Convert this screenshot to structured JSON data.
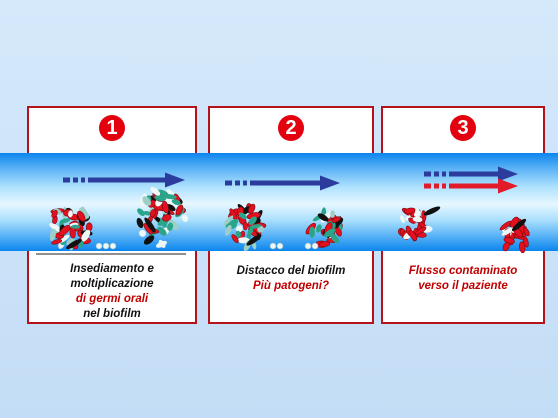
{
  "steps": [
    {
      "number": "1",
      "lines": [
        "Insediamento e",
        "moltiplicazione"
      ],
      "highlight": "di germi orali",
      "tail": "nel biofilm"
    },
    {
      "number": "2",
      "lines": [
        "Distacco del biofilm"
      ],
      "highlight": "Più patogeni?"
    },
    {
      "number": "3",
      "highlight": "Flusso contaminato",
      "highlight2": "verso il paziente"
    }
  ],
  "colors": {
    "border": "#b5121b",
    "badge": "#e3000f",
    "arrow_blue": "#2b3c9c",
    "arrow_red": "#e21b2a",
    "bacteria_red": "#e3101f",
    "bacteria_teal": "#2aa58a",
    "bacteria_black": "#111111",
    "bacteria_white": "#eef6f6"
  },
  "icons": [
    "flow-arrow-icon",
    "bacteria-cluster-icon"
  ]
}
